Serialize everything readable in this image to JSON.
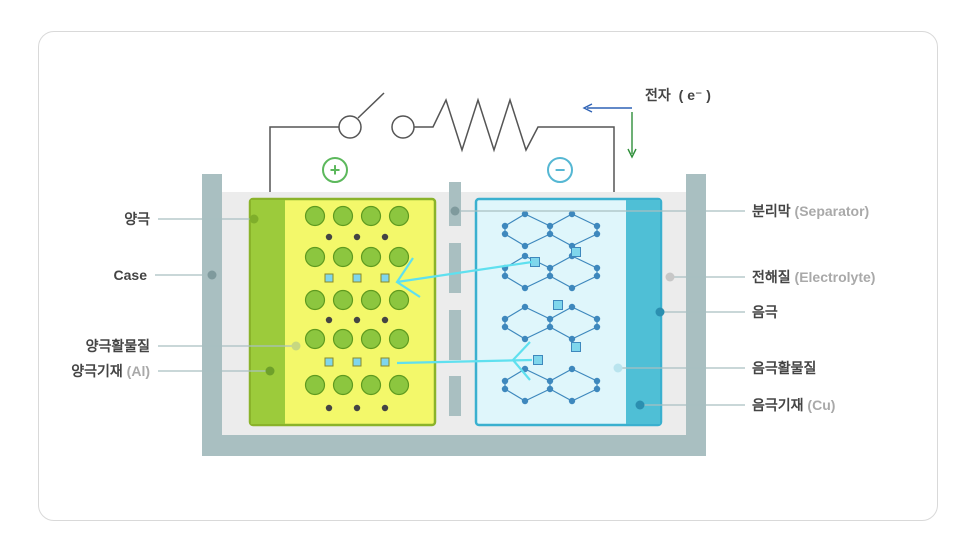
{
  "labels": {
    "electron_main": "전자",
    "electron_sub": "( e⁻ )",
    "anode": "양극",
    "case": "Case",
    "anode_active": "양극활물질",
    "anode_sub_main": "양극기재",
    "anode_sub_sub": "(Al)",
    "separator_main": "분리막",
    "separator_sub": "(Separator)",
    "electrolyte_main": "전해질",
    "electrolyte_sub": "(Electrolyte)",
    "cathode": "음극",
    "cathode_active": "음극활물질",
    "cathode_sub_main": "음극기재",
    "cathode_sub_sub": "(Cu)",
    "plus": "+",
    "minus": "−"
  },
  "colors": {
    "case": "#a9bfc1",
    "electrolyte": "#ececec",
    "anode_foil": "#9ccb3b",
    "anode_fill": "#f3f86a",
    "anode_border": "#8ab32a",
    "particle": "#8cc63f",
    "particle_stroke": "#5e9a1f",
    "cathode_fill": "#dff6fb",
    "cathode_border": "#3ab0cf",
    "cathode_foil": "#4fbfd6",
    "graphite": "#3e88bd",
    "ion": "#7fd6ec",
    "arrow": "#5fe0ef",
    "electron_arrow_h": "#2e62b5",
    "electron_arrow_v": "#2f8f3a",
    "wire": "#555555",
    "leader": "#a9bfc1"
  }
}
